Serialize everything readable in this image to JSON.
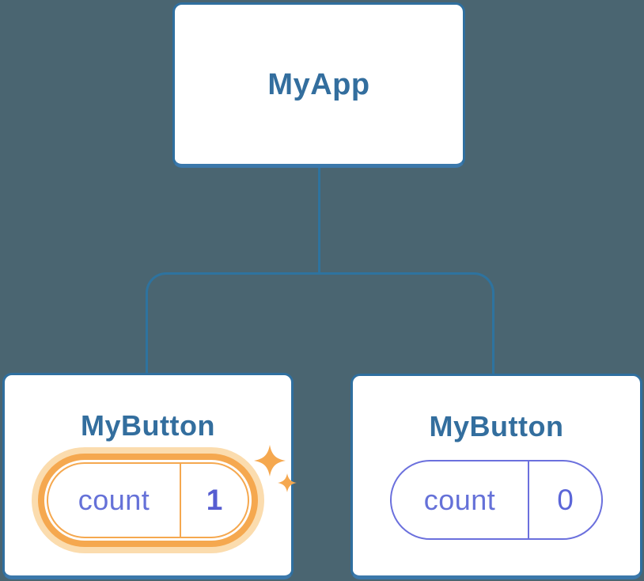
{
  "diagram": {
    "description_background_color": "#4a6571",
    "palette": {
      "node_border": "#2f6f9f",
      "node_border_bottom": "#3b78ab",
      "node_background": "#ffffff",
      "node_title_text": "#336e9e",
      "connector": "#2e739f",
      "state_key_text": "#6571d8",
      "state_value_text": "#5b66d8",
      "pill_border": "#6b70dd",
      "highlight_orange": "#f5a84f",
      "highlight_glow": "#fbdcae"
    },
    "tree": {
      "root": {
        "label": "MyApp"
      },
      "children": [
        {
          "label": "MyButton",
          "state_key": "count",
          "state_value": "1",
          "highlighted": true
        },
        {
          "label": "MyButton",
          "state_key": "count",
          "state_value": "0",
          "highlighted": false
        }
      ]
    },
    "icons": [
      {
        "name": "sparkles-icon"
      }
    ]
  }
}
